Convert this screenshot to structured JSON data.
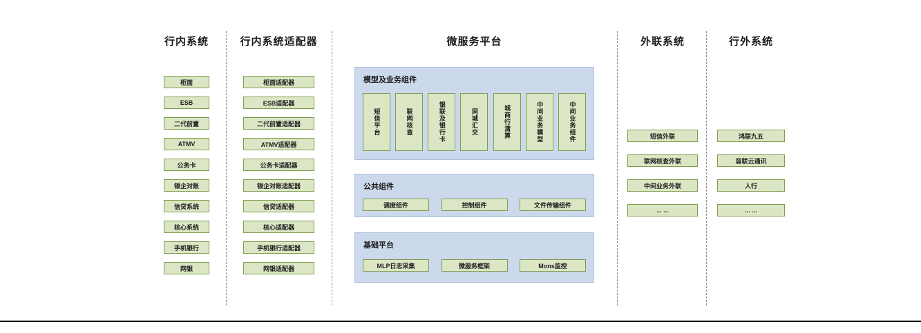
{
  "diagram": {
    "internal": {
      "title": "行内系统",
      "items": [
        "柜面",
        "ESB",
        "二代前置",
        "ATMV",
        "公务卡",
        "银企对账",
        "信贷系统",
        "核心系统",
        "手机银行",
        "网银"
      ]
    },
    "adapters": {
      "title": "行内系统适配器",
      "items": [
        "柜面适配器",
        "ESB适配器",
        "二代前置适配器",
        "ATMV适配器",
        "公务卡适配器",
        "银企对账适配器",
        "信贷适配器",
        "核心适配器",
        "手机银行适配器",
        "网银适配器"
      ]
    },
    "platform": {
      "title": "微服务平台",
      "model_group": {
        "label": "模型及业务组件",
        "items": [
          "短信平台",
          "联网核查",
          "银联及银行卡",
          "同城汇交",
          "城商行清算",
          "中间业务模型",
          "中间业务组件"
        ]
      },
      "common_group": {
        "label": "公共组件",
        "items": [
          "调度组件",
          "控制组件",
          "文件传输组件"
        ]
      },
      "base_group": {
        "label": "基础平台",
        "items": [
          "MLP日志采集",
          "微服务框架",
          "Mons监控"
        ]
      }
    },
    "outreach": {
      "title": "外联系统",
      "items": [
        "短信外联",
        "联网核查外联",
        "中间业务外联",
        "... ..."
      ]
    },
    "external": {
      "title": "行外系统",
      "items": [
        "鸿联九五",
        "容联云通讯",
        "人行",
        "... ..."
      ]
    }
  },
  "colors": {
    "node_fill": "#dbe6c4",
    "node_border": "#7e9d4e",
    "panel_fill": "#ccd9ed",
    "panel_border": "#aebfdc",
    "divider": "#8c8c8c",
    "baseline": "#000000"
  }
}
